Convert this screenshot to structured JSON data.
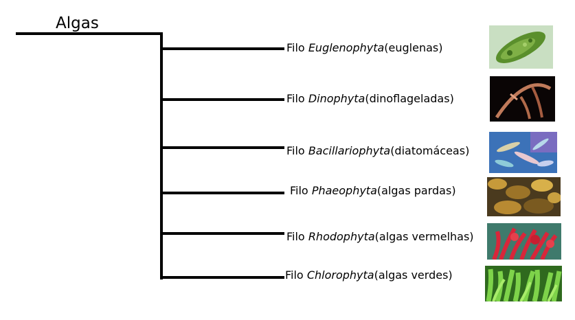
{
  "root": {
    "label": "Algas"
  },
  "phyla": [
    {
      "prefix": "Filo ",
      "name": "Euglenophyta",
      "common": "(euglenas)",
      "image": "euglena-photo"
    },
    {
      "prefix": "Filo ",
      "name": "Dinophyta",
      "common": "(dinoflageladas)",
      "image": "dinoflagellate-photo"
    },
    {
      "prefix": "Filo ",
      "name": "Bacillariophyta",
      "common": "(diatomáceas)",
      "image": "diatom-photo"
    },
    {
      "prefix": "Filo ",
      "name": "Phaeophyta",
      "common": "(algas pardas)",
      "image": "brown-algae-photo"
    },
    {
      "prefix": "Filo ",
      "name": "Rhodophyta",
      "common": "(algas vermelhas)",
      "image": "red-algae-photo"
    },
    {
      "prefix": "Filo ",
      "name": "Chlorophyta",
      "common": "(algas verdes)",
      "image": "green-algae-photo"
    }
  ]
}
